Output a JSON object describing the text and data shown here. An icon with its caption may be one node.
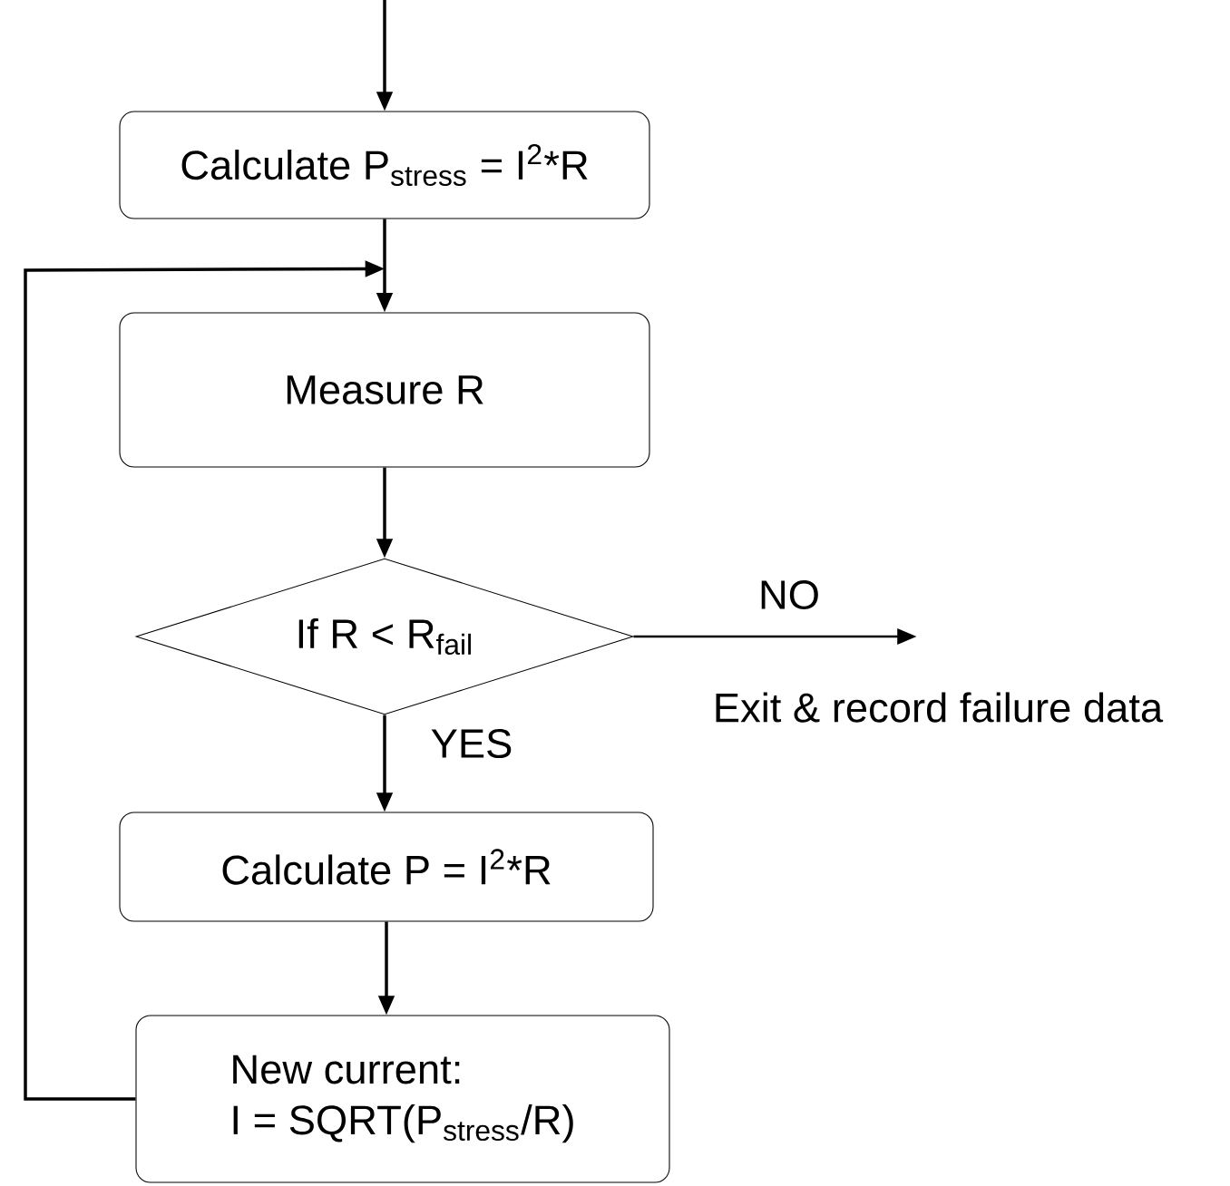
{
  "diagram": {
    "nodes": [
      {
        "text": [
          "Calculate P$_{stress}$ = I$^{2}$*R"
        ]
      },
      {
        "text": [
          "Measure R"
        ]
      },
      {
        "text": [
          "If R < R$_{fail}$"
        ]
      },
      {
        "text": [
          "Calculate P = I$^{2}$*R"
        ]
      },
      {
        "text": [
          "New current:",
          "I = SQRT(P$_{stress}$/R)"
        ]
      }
    ],
    "edges": [
      {
        "from": null,
        "to": 0,
        "arrow": "to"
      },
      {
        "from": 0,
        "to": 1,
        "arrow": "to"
      },
      {
        "from": 1,
        "to": 2,
        "arrow": "to"
      },
      {
        "from": 2,
        "to": null,
        "arrow": "to",
        "label": "NO"
      },
      {
        "from": 2,
        "to": 3,
        "arrow": "to",
        "label": "YES"
      },
      {
        "from": 3,
        "to": 4,
        "arrow": "to"
      },
      {
        "from": 4,
        "to": 1,
        "arrow": "to"
      }
    ],
    "labels": [
      "Exit & record failure data"
    ]
  }
}
